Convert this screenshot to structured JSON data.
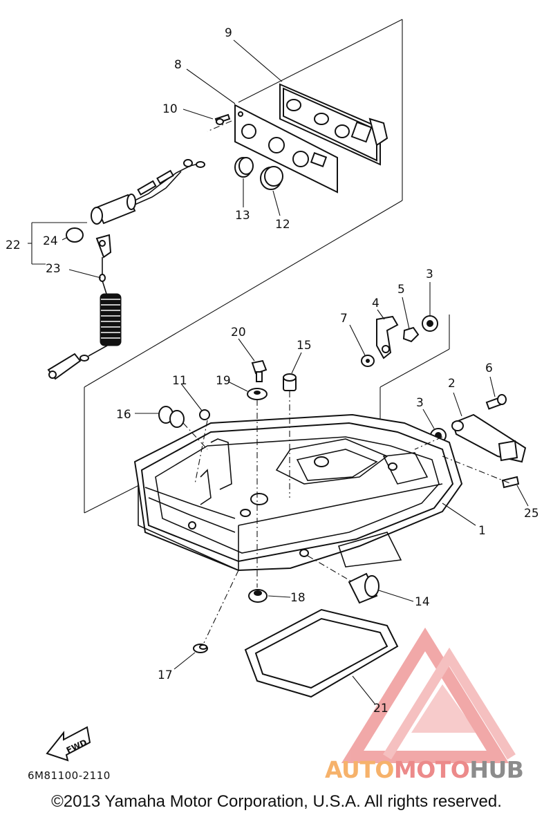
{
  "callouts": {
    "c1": "1",
    "c2": "2",
    "c3a": "3",
    "c3b": "3",
    "c4": "4",
    "c5": "5",
    "c6": "6",
    "c7": "7",
    "c8": "8",
    "c9": "9",
    "c10": "10",
    "c11": "11",
    "c12": "12",
    "c13": "13",
    "c14": "14",
    "c15": "15",
    "c16": "16",
    "c17": "17",
    "c18": "18",
    "c19": "19",
    "c20": "20",
    "c21": "21",
    "c22": "22",
    "c23": "23",
    "c24": "24",
    "c25": "25"
  },
  "fwd_label": "FWD",
  "diagram_code": "6M81100-2110",
  "copyright": "©2013 Yamaha Motor Corporation, U.S.A. All rights reserved.",
  "watermark": {
    "part1": "AUTO",
    "part2": "MOTO",
    "part3": "HUB",
    "colors": {
      "auto": "#f6b26b",
      "moto": "#ec8a8a",
      "hub": "#8c8c8c",
      "triangle": "#ef9a9a"
    }
  }
}
